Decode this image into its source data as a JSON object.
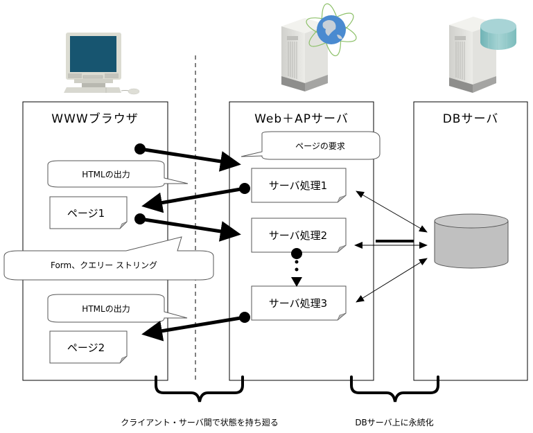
{
  "columns": {
    "browser": {
      "title": "WWWブラウザ",
      "icon": "desktop-computer-icon"
    },
    "web_ap": {
      "title": "Web＋APサーバ",
      "icon": "web-server-globe-icon"
    },
    "db": {
      "title": "DBサーバ",
      "icon": "database-server-icon"
    }
  },
  "browser_items": {
    "page1": "ページ1",
    "page2": "ページ2",
    "bubble_html_output_1": "HTMLの出力",
    "bubble_html_output_2": "HTMLの出力",
    "bubble_form_query": "Form、クエリー ストリング"
  },
  "server_items": {
    "bubble_page_request": "ページの要求",
    "process1": "サーバ処理1",
    "process2": "サーバ処理2",
    "process3": "サーバ処理3"
  },
  "db_items": {
    "database": "database-cylinder"
  },
  "captions": {
    "client_server_state": "クライアント・サーバ間で状態を持ち廻る",
    "db_persist": "DBサーバ上に永続化"
  },
  "colors": {
    "monitor_screen": "#175570",
    "server_body": "#e8e8e4",
    "globe": "#4a8ad0",
    "orbit": "#8cc068",
    "db_icon": "#8fc8c8",
    "db_cylinder": "#c0c0c0"
  }
}
